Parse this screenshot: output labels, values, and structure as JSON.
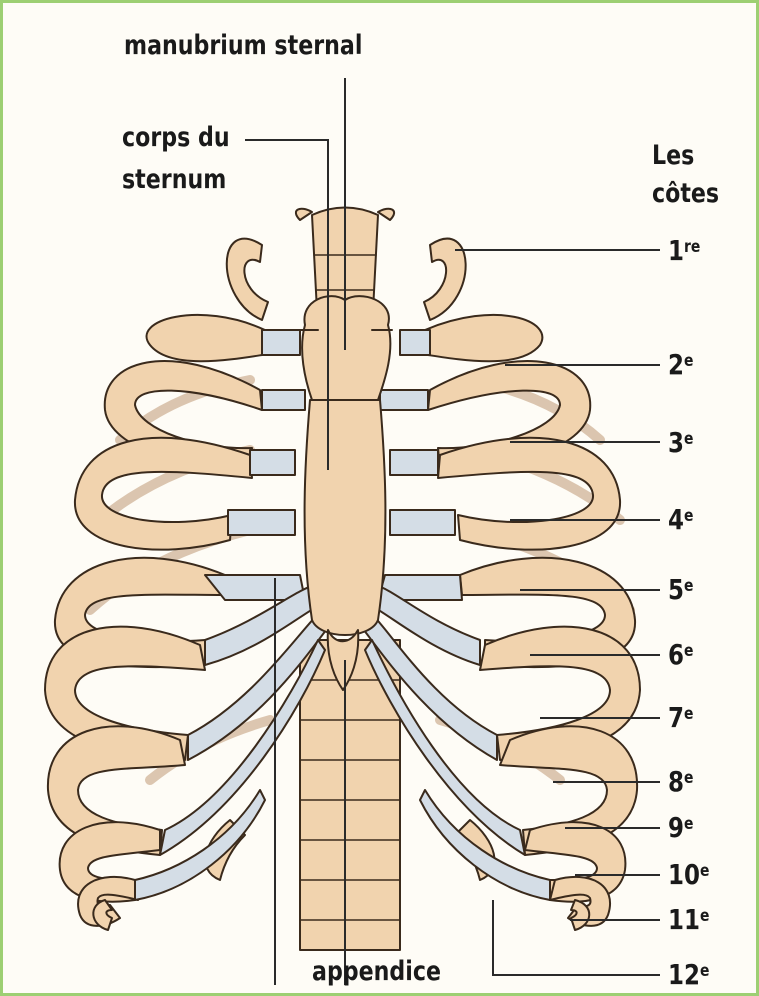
{
  "labels": {
    "manubrium": "manubrium sternal",
    "corps_line1": "corps du",
    "corps_line2": "sternum",
    "cotes_line1": "Les",
    "cotes_line2": "côtes",
    "appendice": "appendice"
  },
  "ribs": [
    {
      "num": "1",
      "sup": "re"
    },
    {
      "num": "2",
      "sup": "e"
    },
    {
      "num": "3",
      "sup": "e"
    },
    {
      "num": "4",
      "sup": "e"
    },
    {
      "num": "5",
      "sup": "e"
    },
    {
      "num": "6",
      "sup": "e"
    },
    {
      "num": "7",
      "sup": "e"
    },
    {
      "num": "8",
      "sup": "e"
    },
    {
      "num": "9",
      "sup": "e"
    },
    {
      "num": "10",
      "sup": "e"
    },
    {
      "num": "11",
      "sup": "e"
    },
    {
      "num": "12",
      "sup": "e"
    }
  ],
  "colors": {
    "bone": "#f1d3ae",
    "cartilage": "#d4dde6",
    "outline": "#3a2a1c",
    "frame": "#9dcf73"
  }
}
